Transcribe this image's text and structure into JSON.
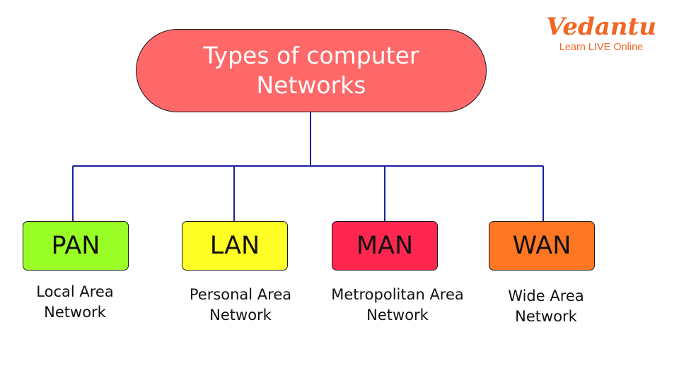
{
  "logo": {
    "wordmark": "Vedantu",
    "tagline": "Learn LIVE Online"
  },
  "colors": {
    "line": "#1b1f9a",
    "root_fill": "#ff6868",
    "pan_fill": "#99ff26",
    "lan_fill": "#ffff26",
    "man_fill": "#ff2650",
    "wan_fill": "#ff7722",
    "logo": "#f26522"
  },
  "root": {
    "line1": "Types of computer",
    "line2": "Networks"
  },
  "nodes": [
    {
      "label": "PAN",
      "desc1": "Local Area",
      "desc2": "Network"
    },
    {
      "label": "LAN",
      "desc1": "Personal Area",
      "desc2": "Network"
    },
    {
      "label": "MAN",
      "desc1": "Metropolitan Area",
      "desc2": "Network"
    },
    {
      "label": "WAN",
      "desc1": "Wide Area",
      "desc2": "Network"
    }
  ]
}
